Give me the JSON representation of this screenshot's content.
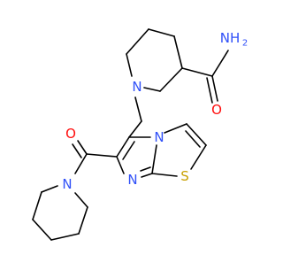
{
  "molecule": {
    "atom_labels": {
      "amide_nitrogen": "NH",
      "amide_nitrogen_h2_subscript": "2",
      "amide_oxygen": "O",
      "piperidine_nitrogen_top": "N",
      "ketone_oxygen": "O",
      "piperidine_nitrogen_bottom": "N",
      "imidazole_nitrogen_bridge": "N",
      "imidazole_nitrogen": "N",
      "thiazole_sulfur": "S"
    },
    "colors": {
      "bond": "#000000",
      "nitrogen": "#3050F8",
      "oxygen": "#FF0D0D",
      "sulfur": "#C8A000"
    }
  }
}
